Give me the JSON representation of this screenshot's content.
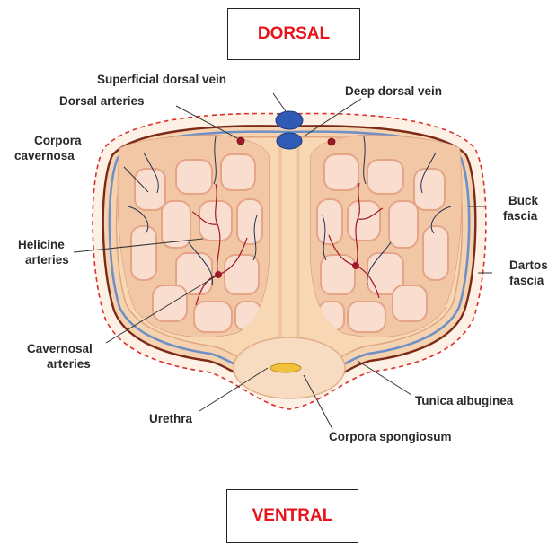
{
  "orientation": {
    "top": "DORSAL",
    "bottom": "VENTRAL"
  },
  "labels": {
    "superficial_dorsal_vein": "Superficial dorsal vein",
    "deep_dorsal_vein": "Deep dorsal vein",
    "dorsal_arteries": "Dorsal arteries",
    "corpora_cavernosa_line1": "Corpora",
    "corpora_cavernosa_line2": "cavernosa",
    "helicine_arteries_line1": "Helicine",
    "helicine_arteries_line2": "arteries",
    "cavernosal_arteries_line1": "Cavernosal",
    "cavernosal_arteries_line2": "arteries",
    "buck_fascia_line1": "Buck",
    "buck_fascia_line2": "fascia",
    "dartos_fascia_line1": "Dartos",
    "dartos_fascia_line2": "fascia",
    "tunica_albuginea": "Tunica albuginea",
    "urethra": "Urethra",
    "corpora_spongiosum": "Corpora spongiosum"
  },
  "colors": {
    "orientation_text": "#e8141b",
    "tissue": "#f5cba3",
    "tissue_dark": "#e9a57e",
    "sinus": "#fbe4df",
    "vein": "#2f5bb5",
    "artery": "#a0172a",
    "fascia_line": "#8a2e1c",
    "dartos_dash": "#d9302a",
    "buck_blue": "#6f8fc7",
    "urethra": "#f1c23c"
  }
}
